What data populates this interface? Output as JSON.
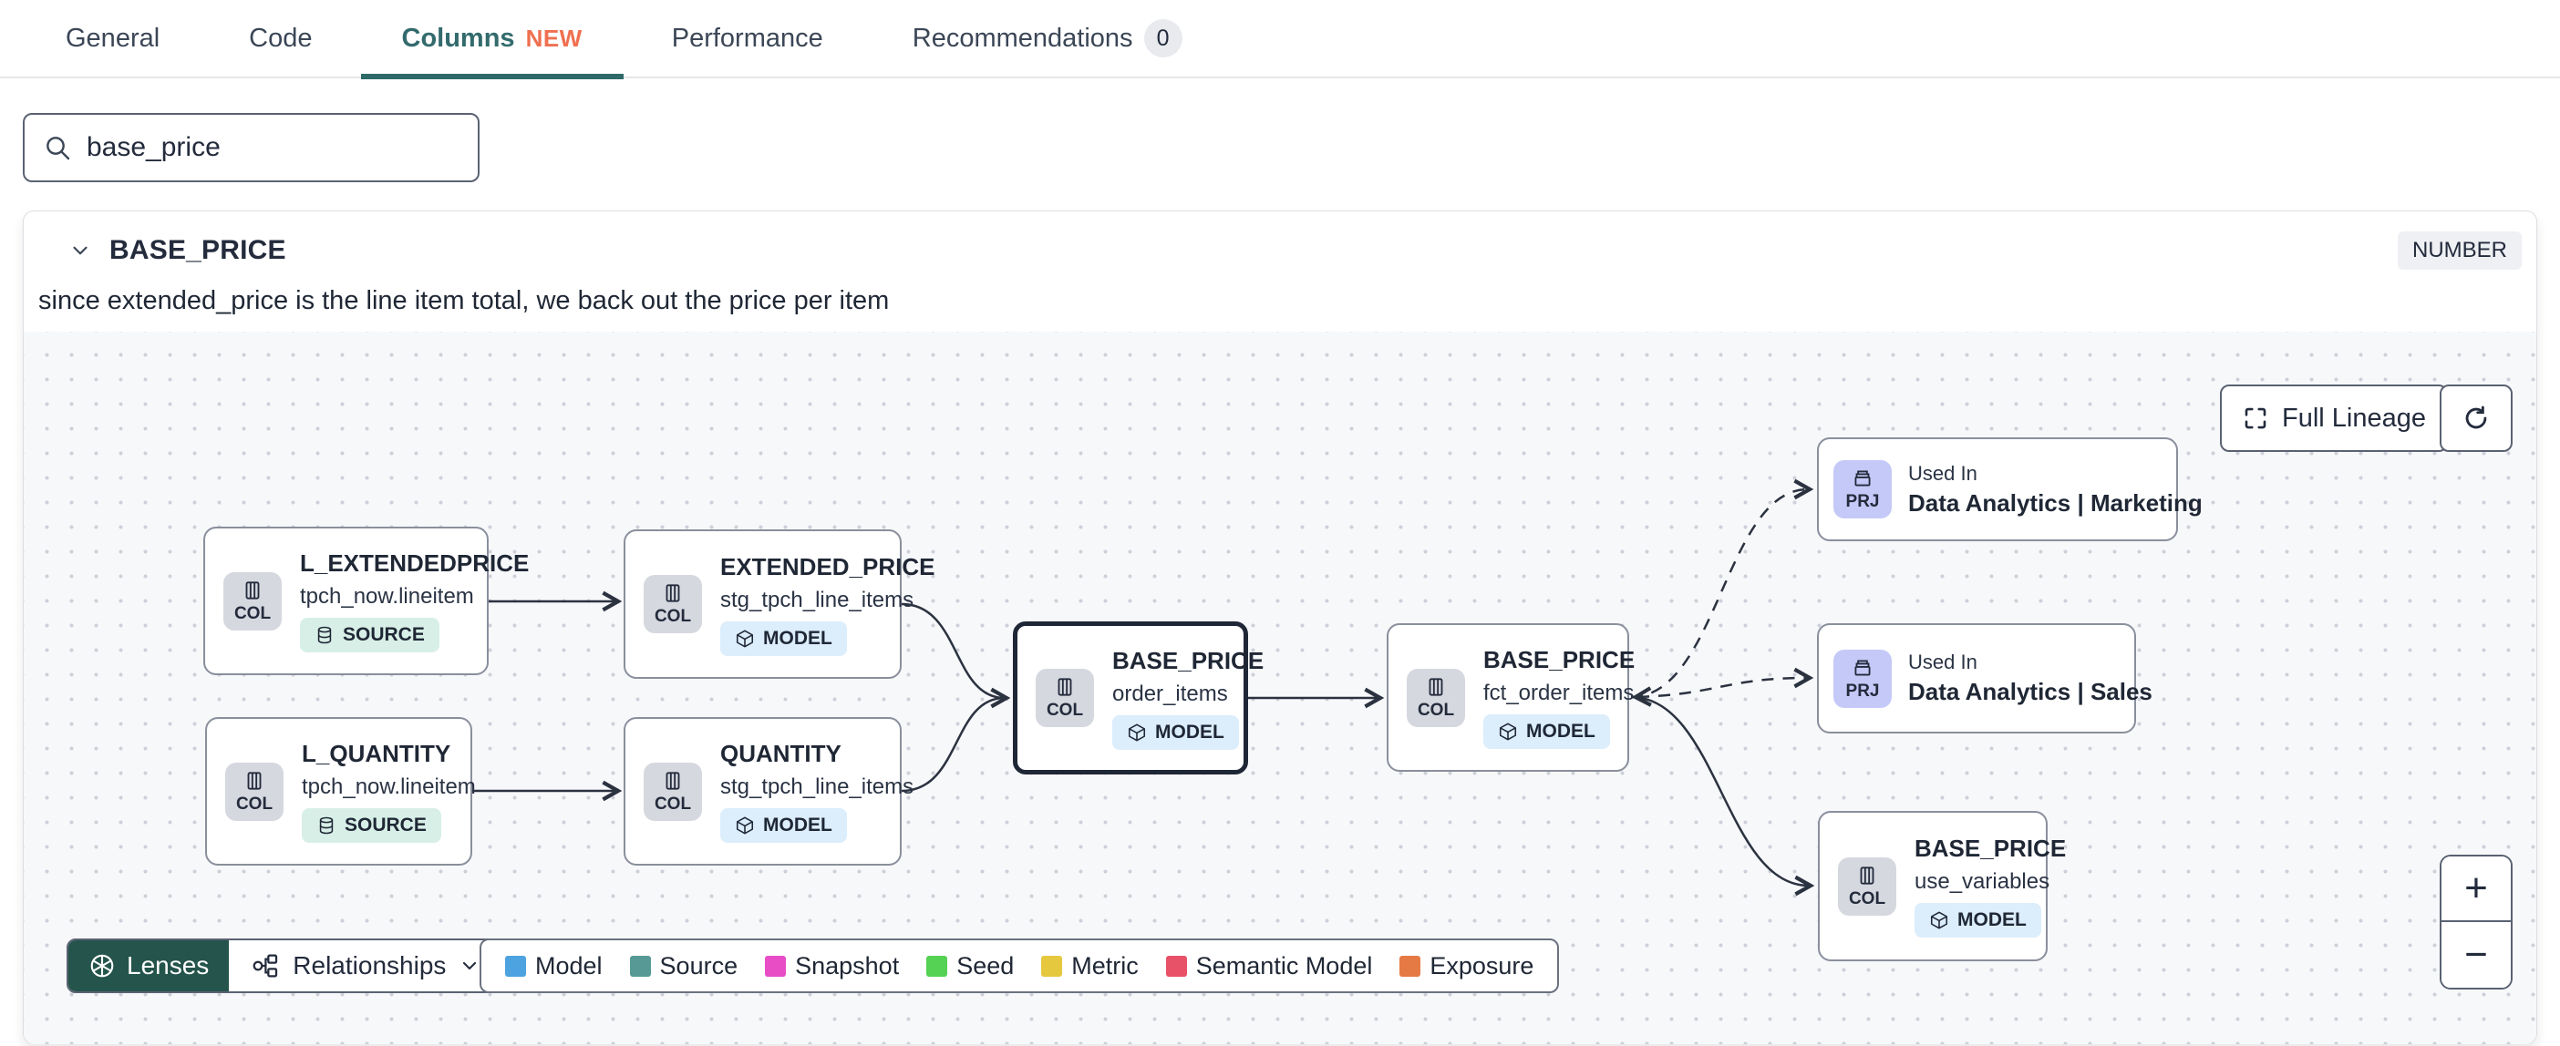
{
  "tabs": {
    "items": [
      {
        "label": "General"
      },
      {
        "label": "Code"
      },
      {
        "label": "Columns",
        "badge": "NEW"
      },
      {
        "label": "Performance"
      },
      {
        "label": "Recommendations",
        "count": "0"
      }
    ]
  },
  "search": {
    "value": "base_price"
  },
  "column_panel": {
    "name": "BASE_PRICE",
    "type_badge": "NUMBER",
    "description": "since extended_price is the line item total, we back out the price per item"
  },
  "lineage": {
    "toolbar": {
      "full_lineage_label": "Full Lineage"
    },
    "nodes": [
      {
        "chip": "COL",
        "title": "L_EXTENDEDPRICE",
        "subtitle": "tpch_now.lineitem",
        "badge": "SOURCE"
      },
      {
        "chip": "COL",
        "title": "L_QUANTITY",
        "subtitle": "tpch_now.lineitem",
        "badge": "SOURCE"
      },
      {
        "chip": "COL",
        "title": "EXTENDED_PRICE",
        "subtitle": "stg_tpch_line_items",
        "badge": "MODEL"
      },
      {
        "chip": "COL",
        "title": "QUANTITY",
        "subtitle": "stg_tpch_line_items",
        "badge": "MODEL"
      },
      {
        "chip": "COL",
        "title": "BASE_PRICE",
        "subtitle": "order_items",
        "badge": "MODEL",
        "selected": true
      },
      {
        "chip": "COL",
        "title": "BASE_PRICE",
        "subtitle": "fct_order_items",
        "badge": "MODEL"
      },
      {
        "chip": "PRJ",
        "kicker": "Used In",
        "title": "Data Analytics | Marketing"
      },
      {
        "chip": "PRJ",
        "kicker": "Used In",
        "title": "Data Analytics | Sales"
      },
      {
        "chip": "COL",
        "title": "BASE_PRICE",
        "subtitle": "use_variables",
        "badge": "MODEL"
      }
    ],
    "controls": {
      "lenses_label": "Lenses",
      "relationships_label": "Relationships",
      "zoom_in": "+",
      "zoom_out": "−"
    },
    "legend": {
      "items": [
        {
          "label": "Model",
          "color": "#4da3e0"
        },
        {
          "label": "Source",
          "color": "#579a95"
        },
        {
          "label": "Snapshot",
          "color": "#e84dc6"
        },
        {
          "label": "Seed",
          "color": "#55d153"
        },
        {
          "label": "Metric",
          "color": "#e6c83f"
        },
        {
          "label": "Semantic Model",
          "color": "#e85268"
        },
        {
          "label": "Exposure",
          "color": "#e57a44"
        }
      ]
    }
  },
  "theme": {
    "accent_teal": "#2e6a68",
    "new_badge_color": "#ef7050",
    "selected_node_border": "#1f2736",
    "source_badge_bg": "#d8efe7",
    "model_badge_bg": "#dcedfb",
    "col_chip_bg": "#d6d8df",
    "prj_chip_bg": "#c5c9f8"
  }
}
